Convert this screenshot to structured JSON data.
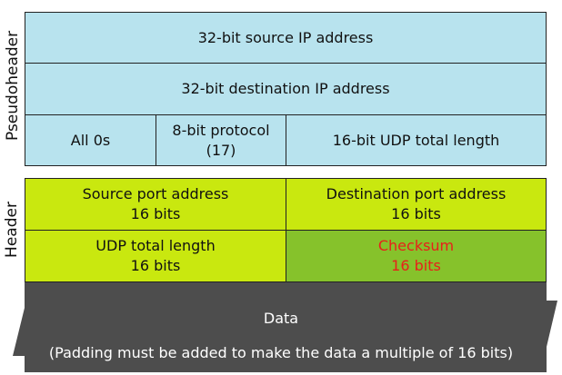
{
  "labels": {
    "pseudoheader": "Pseudoheader",
    "header": "Header"
  },
  "pseudoheader": {
    "source_ip": "32-bit source IP address",
    "destination_ip": "32-bit destination IP address",
    "all_zeros": "All 0s",
    "protocol_line1": "8-bit protocol",
    "protocol_line2": "(17)",
    "udp_length": "16-bit UDP total length"
  },
  "header": {
    "source_port_name": "Source port address",
    "source_port_bits": "16 bits",
    "dest_port_name": "Destination port address",
    "dest_port_bits": "16 bits",
    "udp_length_name": "UDP total length",
    "udp_length_bits": "16 bits",
    "checksum_name": "Checksum",
    "checksum_bits": "16 bits"
  },
  "data": {
    "label": "Data",
    "note": "(Padding must be added to make the data a multiple of 16 bits)"
  },
  "colors": {
    "pseudoheader_fill": "#b8e3ee",
    "header_fill": "#c9e80f",
    "checksum_fill": "#86c22b",
    "checksum_text": "#e8201a",
    "data_fill": "#4d4d4d"
  }
}
